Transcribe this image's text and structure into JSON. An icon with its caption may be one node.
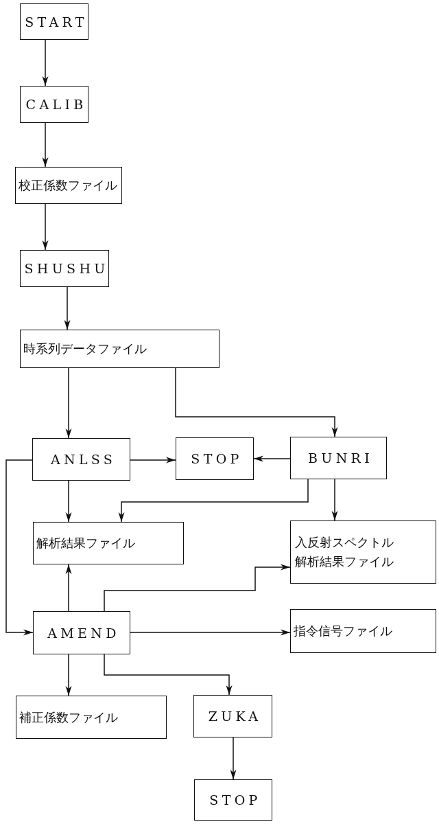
{
  "diagram": {
    "nodes": [
      {
        "text": [
          "START"
        ]
      },
      {
        "text": [
          "CALIB"
        ]
      },
      {
        "text": [
          "校正係数ファイル"
        ]
      },
      {
        "text": [
          "SHUSHU"
        ]
      },
      {
        "text": [
          "時系列データファイル"
        ]
      },
      {
        "text": [
          "ANLSS"
        ]
      },
      {
        "text": [
          "STOP"
        ]
      },
      {
        "text": [
          "BUNRI"
        ]
      },
      {
        "text": [
          "解析結果ファイル"
        ]
      },
      {
        "text": [
          "入反射スペクトル解析結果ファイル"
        ]
      },
      {
        "text": [
          "AMEND"
        ]
      },
      {
        "text": [
          "指令信号ファイル"
        ]
      },
      {
        "text": [
          "補正係数ファイル"
        ]
      },
      {
        "text": [
          "ZUKA"
        ]
      },
      {
        "text": [
          "STOP"
        ]
      }
    ],
    "edges": [
      {
        "from": 0,
        "to": 1,
        "arrow": "to"
      },
      {
        "from": 1,
        "to": 2,
        "arrow": "to"
      },
      {
        "from": 2,
        "to": 3,
        "arrow": "to"
      },
      {
        "from": 3,
        "to": 4,
        "arrow": "to"
      },
      {
        "from": 4,
        "to": 5,
        "arrow": "to"
      },
      {
        "from": 4,
        "to": 7,
        "arrow": "to"
      },
      {
        "from": 5,
        "to": 6,
        "arrow": "to"
      },
      {
        "from": 7,
        "to": 6,
        "arrow": "to"
      },
      {
        "from": 5,
        "to": 8,
        "arrow": "to"
      },
      {
        "from": 7,
        "to": 8,
        "arrow": "to"
      },
      {
        "from": 7,
        "to": 9,
        "arrow": "to"
      },
      {
        "from": 10,
        "to": 8,
        "arrow": "to"
      },
      {
        "from": 10,
        "to": 9,
        "arrow": "to"
      },
      {
        "from": 5,
        "to": 10,
        "arrow": "to"
      },
      {
        "from": 10,
        "to": 11,
        "arrow": "to"
      },
      {
        "from": 10,
        "to": 12,
        "arrow": "to"
      },
      {
        "from": 10,
        "to": 13,
        "arrow": "to"
      },
      {
        "from": 13,
        "to": 14,
        "arrow": "to"
      }
    ]
  }
}
